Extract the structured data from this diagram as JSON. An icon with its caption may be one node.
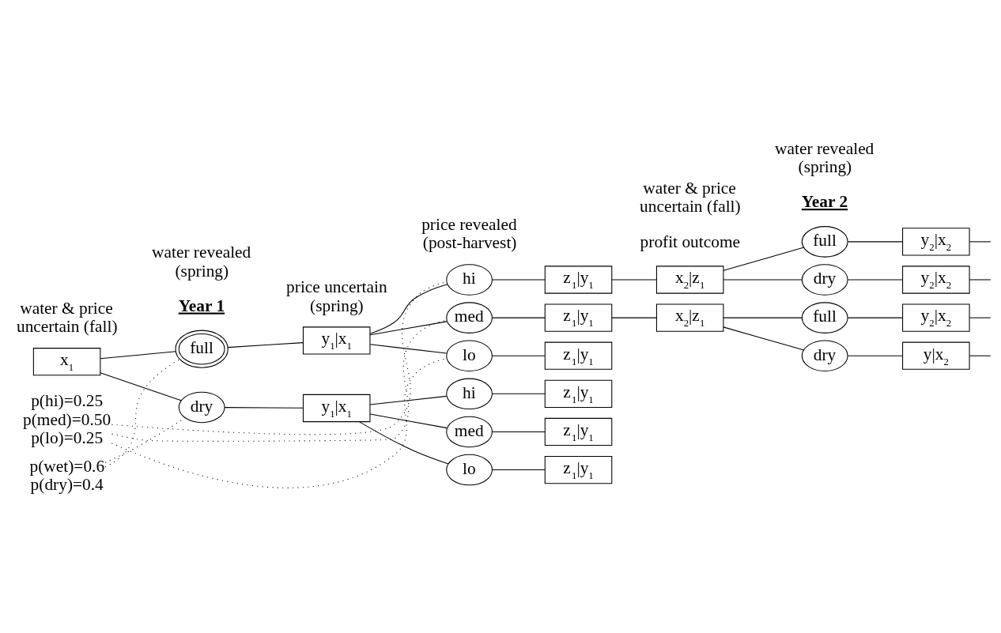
{
  "diagram": {
    "nodes": [
      {
        "text": [
          "x$_{1}$"
        ]
      },
      {
        "text": [
          "full"
        ]
      },
      {
        "text": [
          "dry"
        ]
      },
      {
        "text": [
          "y$_{1}$|x$_{1}$"
        ]
      },
      {
        "text": [
          "y$_{1}$|x$_{1}$"
        ]
      },
      {
        "text": [
          "hi"
        ]
      },
      {
        "text": [
          "med"
        ]
      },
      {
        "text": [
          "lo"
        ]
      },
      {
        "text": [
          "hi"
        ]
      },
      {
        "text": [
          "med"
        ]
      },
      {
        "text": [
          "lo"
        ]
      },
      {
        "text": [
          "z$_{1}$|y$_{1}$"
        ]
      },
      {
        "text": [
          "z$_{1}$|y$_{1}$"
        ]
      },
      {
        "text": [
          "z$_{1}$|y$_{1}$"
        ]
      },
      {
        "text": [
          "z$_{1}$|y$_{1}$"
        ]
      },
      {
        "text": [
          "z$_{1}$|y$_{1}$"
        ]
      },
      {
        "text": [
          "z$_{1}$|y$_{1}$"
        ]
      },
      {
        "text": [
          "x$_{2}$|z$_{1}$"
        ]
      },
      {
        "text": [
          "x$_{2}$|z$_{1}$"
        ]
      },
      {
        "text": [
          "full"
        ]
      },
      {
        "text": [
          "dry"
        ]
      },
      {
        "text": [
          "full"
        ]
      },
      {
        "text": [
          "dry"
        ]
      },
      {
        "text": [
          "y$_{2}$|x$_{2}$"
        ]
      },
      {
        "text": [
          "y$_{2}$|x$_{2}$"
        ]
      },
      {
        "text": [
          "y$_{2}$|x$_{2}$"
        ]
      },
      {
        "text": [
          "y|x$_{2}$"
        ]
      },
      {
        "text": [
          "p(wet)=0.6",
          "p(dry)=0.4"
        ]
      },
      {
        "text": [
          "p(hi)=0.25",
          "p(med)=0.50",
          "p(lo)=0.25"
        ]
      }
    ],
    "edges": [
      {
        "from": 0,
        "to": 1,
        "arrow": "none"
      },
      {
        "from": 0,
        "to": 2,
        "arrow": "none"
      },
      {
        "from": 1,
        "to": 3,
        "arrow": "none"
      },
      {
        "from": 2,
        "to": 4,
        "arrow": "none"
      },
      {
        "from": 3,
        "to": 5,
        "arrow": "none"
      },
      {
        "from": 3,
        "to": 6,
        "arrow": "none"
      },
      {
        "from": 3,
        "to": 7,
        "arrow": "none"
      },
      {
        "from": 4,
        "to": 8,
        "arrow": "none"
      },
      {
        "from": 4,
        "to": 9,
        "arrow": "none"
      },
      {
        "from": 4,
        "to": 10,
        "arrow": "none"
      },
      {
        "from": 5,
        "to": 11,
        "arrow": "none"
      },
      {
        "from": 6,
        "to": 12,
        "arrow": "none"
      },
      {
        "from": 7,
        "to": 13,
        "arrow": "none"
      },
      {
        "from": 8,
        "to": 14,
        "arrow": "none"
      },
      {
        "from": 9,
        "to": 15,
        "arrow": "none"
      },
      {
        "from": 10,
        "to": 16,
        "arrow": "none"
      },
      {
        "from": 11,
        "to": 17,
        "arrow": "none"
      },
      {
        "from": 12,
        "to": 18,
        "arrow": "none"
      },
      {
        "from": 17,
        "to": 19,
        "arrow": "none"
      },
      {
        "from": 17,
        "to": 20,
        "arrow": "none"
      },
      {
        "from": 18,
        "to": 21,
        "arrow": "none"
      },
      {
        "from": 18,
        "to": 22,
        "arrow": "none"
      },
      {
        "from": 19,
        "to": 23,
        "arrow": "none"
      },
      {
        "from": 20,
        "to": 24,
        "arrow": "none"
      },
      {
        "from": 21,
        "to": 25,
        "arrow": "none"
      },
      {
        "from": 22,
        "to": 26,
        "arrow": "none"
      },
      {
        "from": 23,
        "to": null,
        "arrow": "none"
      },
      {
        "from": 24,
        "to": null,
        "arrow": "none"
      },
      {
        "from": 25,
        "to": null,
        "arrow": "none"
      },
      {
        "from": 26,
        "to": null,
        "arrow": "none"
      },
      {
        "from": 27,
        "to": 1,
        "arrow": "none",
        "style": "dashed"
      },
      {
        "from": 27,
        "to": 2,
        "arrow": "none",
        "style": "dashed"
      },
      {
        "from": 28,
        "to": 5,
        "arrow": "none",
        "style": "dashed"
      },
      {
        "from": 28,
        "to": 6,
        "arrow": "none",
        "style": "dashed"
      },
      {
        "from": 28,
        "to": 7,
        "arrow": "none",
        "style": "dashed"
      }
    ],
    "labels": [
      "Year 1",
      "Year 2",
      "profit outcome",
      "water & price uncertain (fall)",
      "water revealed (spring)",
      "price uncertain (spring)",
      "price revealed (post-harvest)",
      "water & price uncertain (fall)",
      "water revealed (spring)"
    ]
  }
}
